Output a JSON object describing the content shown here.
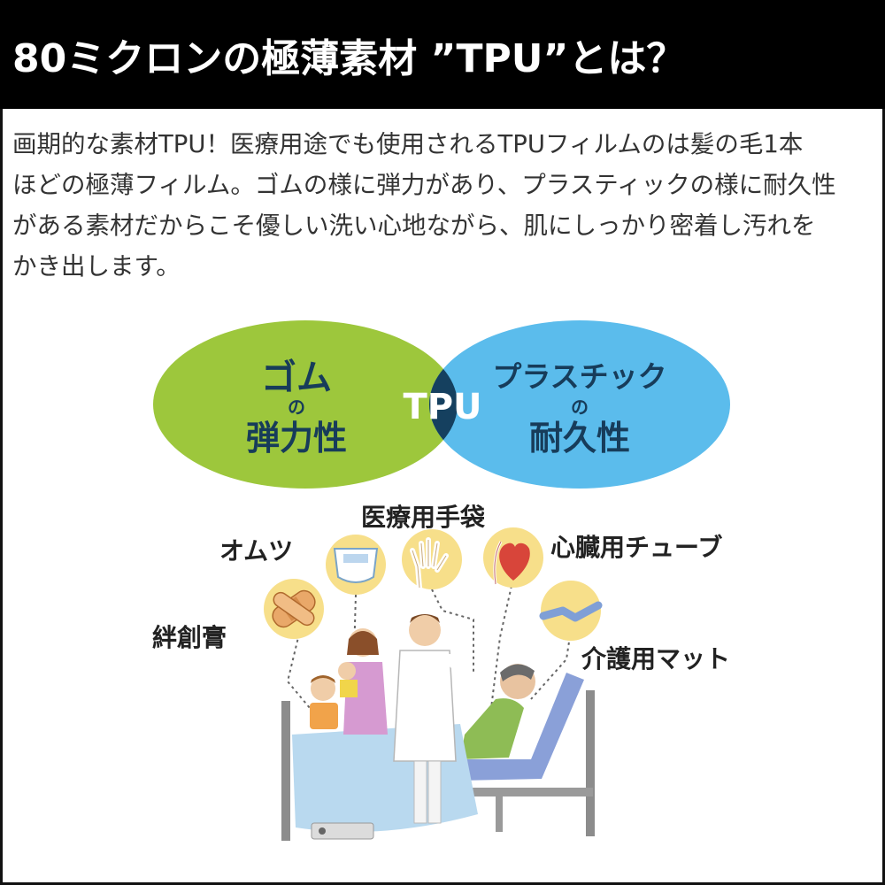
{
  "header": {
    "title": "80ミクロンの極薄素材 ”TPU”とは？"
  },
  "intro": {
    "lines": [
      "画期的な素材TPU！医療用途でも使用されるTPUフィルムのは髪の毛1本",
      "ほどの極薄フィルム。ゴムの様に弾力があり、プラスティックの様に耐久性",
      "がある素材だからこそ優しい洗い心地ながら、肌にしっかり密着し汚れを",
      "かき出します。"
    ]
  },
  "venn": {
    "left": {
      "line1": "ゴム",
      "line2": "の",
      "line3": "弾力性"
    },
    "center": "TPU",
    "right": {
      "line1": "プラスチック",
      "line2": "の",
      "line3": "耐久性"
    }
  },
  "uses": {
    "diaper": "オムツ",
    "gloves": "医療用手袋",
    "tube": "心臓用チューブ",
    "bandage": "絆創膏",
    "mat": "介護用マット"
  },
  "colors": {
    "header_bg": "#000000",
    "venn_green": "#9dc73c",
    "venn_blue": "#5bbcec",
    "venn_overlap": "#15405f",
    "venn_text": "#173c5a",
    "icon_circle": "#f7df8a"
  }
}
